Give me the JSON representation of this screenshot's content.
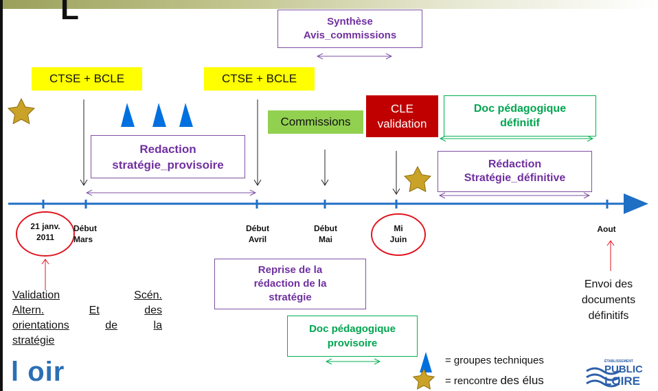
{
  "slide": {
    "letter": "L",
    "meetings": [
      {
        "id": "ctse1",
        "label": "CTSE + BCLE"
      },
      {
        "id": "ctse2",
        "label": "CTSE + BCLE"
      }
    ],
    "synthese": {
      "line1": "Synthèse",
      "line2": "Avis_commissions"
    },
    "redaction_provisoire": {
      "line1": "Redaction",
      "line2": "stratégie_provisoire"
    },
    "commissions": {
      "label": "Commissions",
      "color": "#92d050"
    },
    "cle": {
      "line1": "CLE",
      "line2": "validation",
      "color": "#c00000"
    },
    "doc_definitif": {
      "line1": "Doc pédagogique",
      "line2": "définitif"
    },
    "redaction_definitive": {
      "line1": "Rédaction",
      "line2": "Stratégie_définitive"
    },
    "reprise": {
      "line1": "Reprise de la",
      "line2": "rédaction de la",
      "line3": "stratégie"
    },
    "doc_provisoire": {
      "line1": "Doc pédagogique",
      "line2": "provisoire"
    },
    "timeline": [
      {
        "id": "t1",
        "line1": "21 janv.",
        "line2": "2011",
        "circled": true
      },
      {
        "id": "t2",
        "line1": "Début",
        "line2": "Mars",
        "circled": false
      },
      {
        "id": "t3",
        "line1": "Début",
        "line2": "Avril",
        "circled": false
      },
      {
        "id": "t4",
        "line1": "Début",
        "line2": "Mai",
        "circled": false
      },
      {
        "id": "t5",
        "line1": "Mi",
        "line2": "Juin",
        "circled": true
      },
      {
        "id": "t6",
        "line1": "Aout",
        "line2": "",
        "circled": false
      }
    ],
    "validation_note": {
      "l1a": "Validation",
      "l1b": "Scén.",
      "l2a": "Altern.",
      "l2b": "Et",
      "l2c": "des",
      "l3a": "orientations",
      "l3b": "de",
      "l3c": "la",
      "l4": "stratégie"
    },
    "envoi_note": {
      "line1": "Envoi des",
      "line2": "documents",
      "line3": "définitifs"
    },
    "legend": {
      "triangle_text": "= groupes techniques",
      "star_prefix": "= rencontre",
      "star_suffix": "des élus"
    },
    "logo_left": {
      "text": "l oir"
    },
    "logo_right": {
      "word1": "PUBLIC",
      "word2": "LOIRE",
      "small": "ÉTABLISSEMENT"
    },
    "colors": {
      "axis": "#1f6fc5",
      "purple": "#7030a0",
      "green": "#00b050",
      "yellow": "#ffff00",
      "star": "#c9a227",
      "triangle": "#0070e0",
      "circle": "#e0141e"
    }
  }
}
